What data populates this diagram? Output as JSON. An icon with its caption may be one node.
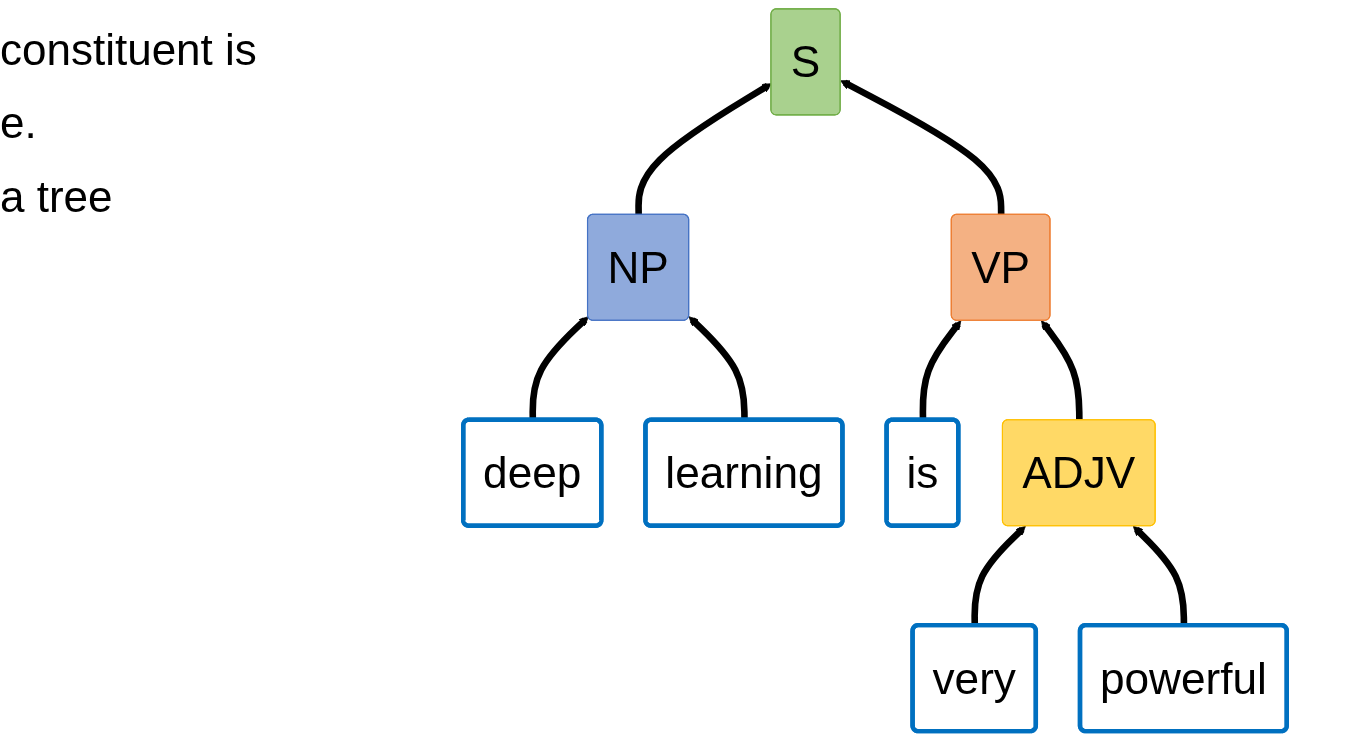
{
  "diagram": {
    "nodes": [
      {
        "text": [
          "S"
        ]
      },
      {
        "text": [
          "VP"
        ]
      },
      {
        "text": [
          "NP"
        ]
      },
      {
        "text": [
          "ADJV"
        ]
      },
      {
        "text": [
          "deep"
        ]
      },
      {
        "text": [
          "learning"
        ]
      },
      {
        "text": [
          "is"
        ]
      },
      {
        "text": [
          "very"
        ]
      },
      {
        "text": [
          "powerful"
        ]
      }
    ],
    "edges": [
      {
        "from": 2,
        "to": 0,
        "arrow": "to"
      },
      {
        "from": 1,
        "to": 0,
        "arrow": "to"
      },
      {
        "from": 4,
        "to": 2,
        "arrow": "to"
      },
      {
        "from": 5,
        "to": 2,
        "arrow": "to"
      },
      {
        "from": 6,
        "to": 1,
        "arrow": "to"
      },
      {
        "from": 3,
        "to": 1,
        "arrow": "to"
      },
      {
        "from": 7,
        "to": 3,
        "arrow": "to"
      },
      {
        "from": 8,
        "to": 3,
        "arrow": "to"
      }
    ],
    "labels": [
      "constituent is",
      "e.",
      "a tree"
    ]
  }
}
